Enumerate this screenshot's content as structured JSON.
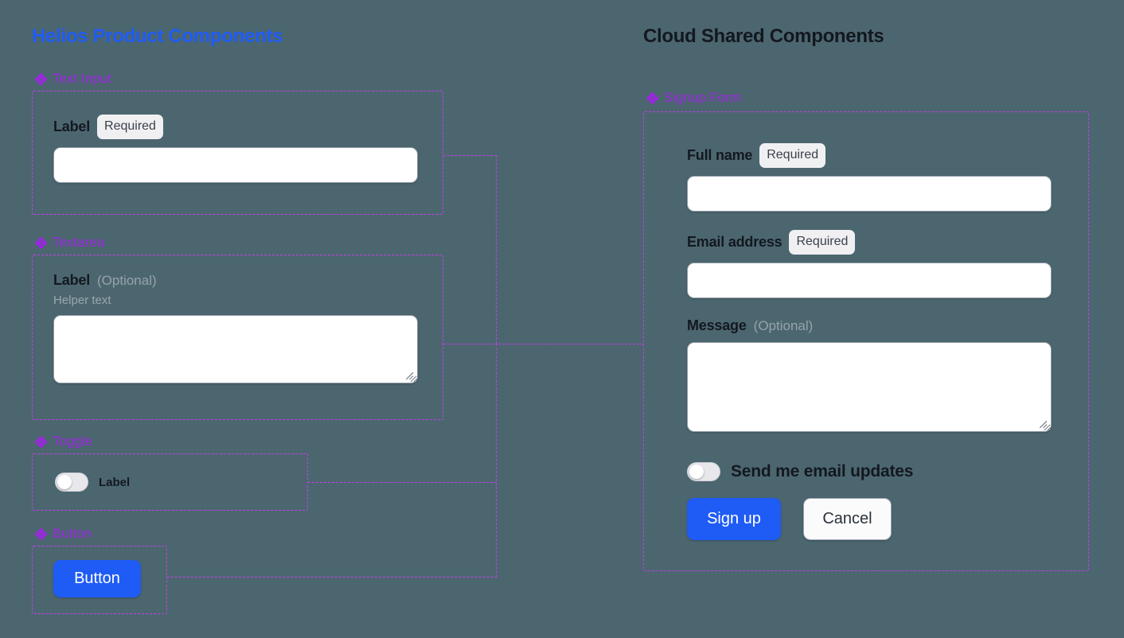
{
  "background_color": "#4c6670",
  "accent_colors": {
    "left_title": "#1f5cf5",
    "right_title": "#13181f",
    "section_heading": "#9b26e0",
    "annotation_border": "#c03ee8",
    "primary_button": "#1f5cf5"
  },
  "left_panel": {
    "title": "Helios Product Components",
    "sections": [
      {
        "icon": "diamond-cluster-icon",
        "heading": "Text Input",
        "field": {
          "label": "Label",
          "badge": "Required",
          "value": "",
          "placeholder": ""
        }
      },
      {
        "icon": "diamond-cluster-icon",
        "heading": "Textarea",
        "field": {
          "label": "Label",
          "optional": "(Optional)",
          "helper": "Helper text",
          "value": "",
          "placeholder": ""
        }
      },
      {
        "icon": "diamond-cluster-icon",
        "heading": "Toggle",
        "field": {
          "label": "Label",
          "state": "off"
        }
      },
      {
        "icon": "diamond-cluster-icon",
        "heading": "Button",
        "field": {
          "label": "Button"
        }
      }
    ]
  },
  "right_panel": {
    "title": "Cloud Shared Components",
    "sections": [
      {
        "icon": "diamond-cluster-icon",
        "heading": "Signup Form"
      }
    ],
    "signup_form": {
      "full_name": {
        "label": "Full name",
        "badge": "Required",
        "value": "",
        "placeholder": ""
      },
      "email": {
        "label": "Email address",
        "badge": "Required",
        "value": "",
        "placeholder": ""
      },
      "message": {
        "label": "Message",
        "optional": "(Optional)",
        "value": "",
        "placeholder": ""
      },
      "updates_toggle": {
        "label": "Send me email updates",
        "state": "off"
      },
      "submit_label": "Sign up",
      "cancel_label": "Cancel"
    }
  }
}
